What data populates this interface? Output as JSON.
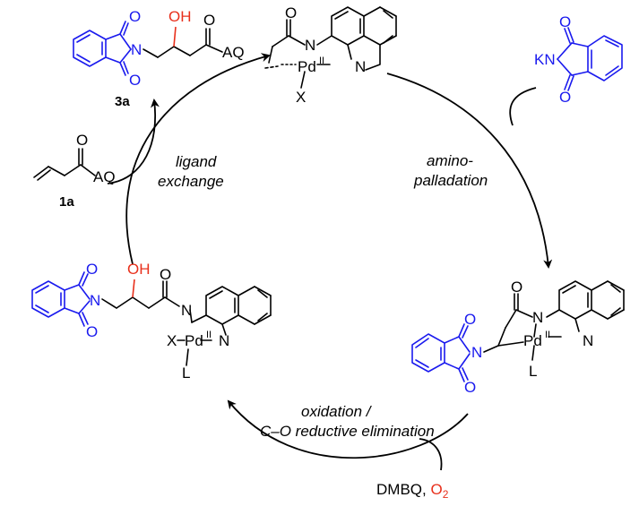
{
  "compounds": {
    "product_3a": {
      "id": "3a",
      "OH": "OH",
      "O_imide_top": "O",
      "O_imide_bottom": "O",
      "N": "N",
      "O_carbonyl": "O",
      "AQ": "AQ"
    },
    "substrate_1a": {
      "id": "1a",
      "O": "O",
      "AQ": "AQ"
    },
    "pd_complex_top": {
      "O": "O",
      "N_amide": "N",
      "Pd": "Pd",
      "Pd_ox": "II",
      "N_quinoline": "N",
      "X": "X"
    },
    "reagent_phthalimide": {
      "KN": "KN",
      "O_top": "O",
      "O_bottom": "O"
    },
    "palladacycle_right": {
      "O_ring": "O",
      "N_amide": "N",
      "Pd": "Pd",
      "Pd_ox": "II",
      "N_quinoline": "N",
      "L": "L",
      "O_imide_top": "O",
      "O_imide_bottom": "O",
      "N_imide": "N"
    },
    "pd_complex_left": {
      "OH": "OH",
      "O_carbonyl": "O",
      "N_amide": "N",
      "X": "X",
      "Pd": "Pd",
      "Pd_ox": "II",
      "N_quinoline": "N",
      "L": "L",
      "O_imide_top": "O",
      "O_imide_bottom": "O",
      "N_imide": "N"
    }
  },
  "steps": {
    "ligand_exchange": [
      "ligand",
      "exchange"
    ],
    "aminopalladation": [
      "amino-",
      "palladation"
    ],
    "oxidation": [
      "oxidation /",
      "C–O reductive elimination"
    ]
  },
  "oxidant": {
    "dmbq": "DMBQ, ",
    "o2": "O",
    "o2_sub": "2"
  },
  "colors": {
    "blue": "#1a1aee",
    "red": "#e8301c",
    "black": "#000000"
  }
}
